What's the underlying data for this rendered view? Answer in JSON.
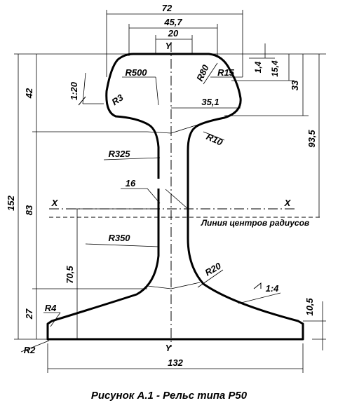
{
  "caption": "Рисунок А.1 - Рельс типа Р50",
  "dimensions": {
    "top_width": "72",
    "head_inner_width": "45,7",
    "center_width": "20",
    "axis_top": "Y",
    "axis_bottom": "Y",
    "axis_left_x": "X",
    "axis_right_x": "X",
    "height_total": "152",
    "head_height": "42",
    "web_height": "83",
    "base_height": "27",
    "neutral_height": "70,5",
    "right_small_1": "1,4",
    "right_small_2": "15,4",
    "right_33": "33",
    "right_935": "93,5",
    "half_head": "35,1",
    "base_width": "132",
    "base_edge": "10,5",
    "web_thickness": "16"
  },
  "annotations": {
    "slope_top": "1:20",
    "r500": "R500",
    "r3": "R3",
    "r80": "R80",
    "r15": "R15",
    "r10": "R10",
    "r325": "R325",
    "r350": "R350",
    "r20": "R20",
    "slope_base": "1:4",
    "r4": "R4",
    "r2": "R2",
    "centers_line": "Линия центров радиусов"
  }
}
